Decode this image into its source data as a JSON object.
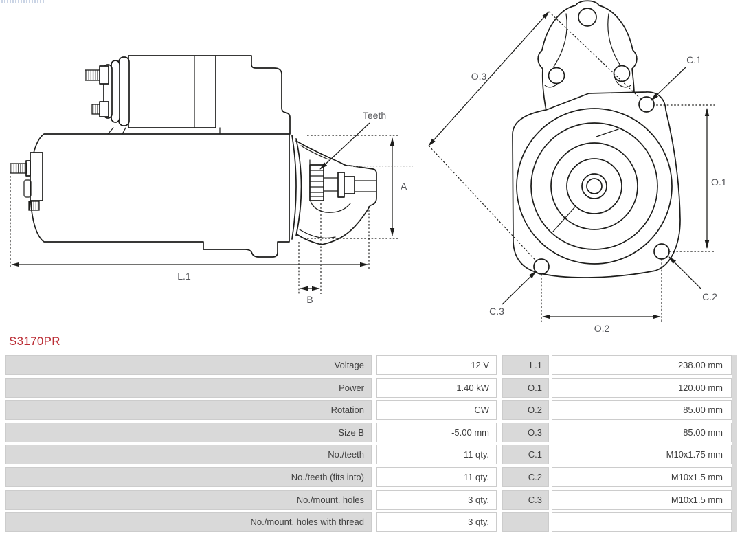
{
  "part_number": "S3170PR",
  "diagram": {
    "labels": {
      "teeth": "Teeth",
      "a": "A",
      "l1": "L.1",
      "b": "B",
      "o1": "O.1",
      "o2": "O.2",
      "o3": "O.3",
      "c1": "C.1",
      "c2": "C.2",
      "c3": "C.3"
    }
  },
  "spec_table": {
    "rows": [
      {
        "label": "Voltage",
        "value": "12 V",
        "code": "L.1",
        "dimension": "238.00 mm"
      },
      {
        "label": "Power",
        "value": "1.40 kW",
        "code": "O.1",
        "dimension": "120.00 mm"
      },
      {
        "label": "Rotation",
        "value": "CW",
        "code": "O.2",
        "dimension": "85.00 mm"
      },
      {
        "label": "Size B",
        "value": "-5.00 mm",
        "code": "O.3",
        "dimension": "85.00 mm"
      },
      {
        "label": "No./teeth",
        "value": "11 qty.",
        "code": "C.1",
        "dimension": "M10x1.75 mm"
      },
      {
        "label": "No./teeth (fits into)",
        "value": "11 qty.",
        "code": "C.2",
        "dimension": "M10x1.5 mm"
      },
      {
        "label": "No./mount. holes",
        "value": "3 qty.",
        "code": "C.3",
        "dimension": "M10x1.5 mm"
      },
      {
        "label": "No./mount. holes with thread",
        "value": "3 qty.",
        "code": "",
        "dimension": ""
      }
    ]
  },
  "colors": {
    "line": "#1d1d1b",
    "label": "#55565a",
    "red": "#bb2d35",
    "cellgray": "#d9d9d9",
    "cellborder": "#cccccc",
    "text": "#3f3f3f"
  }
}
